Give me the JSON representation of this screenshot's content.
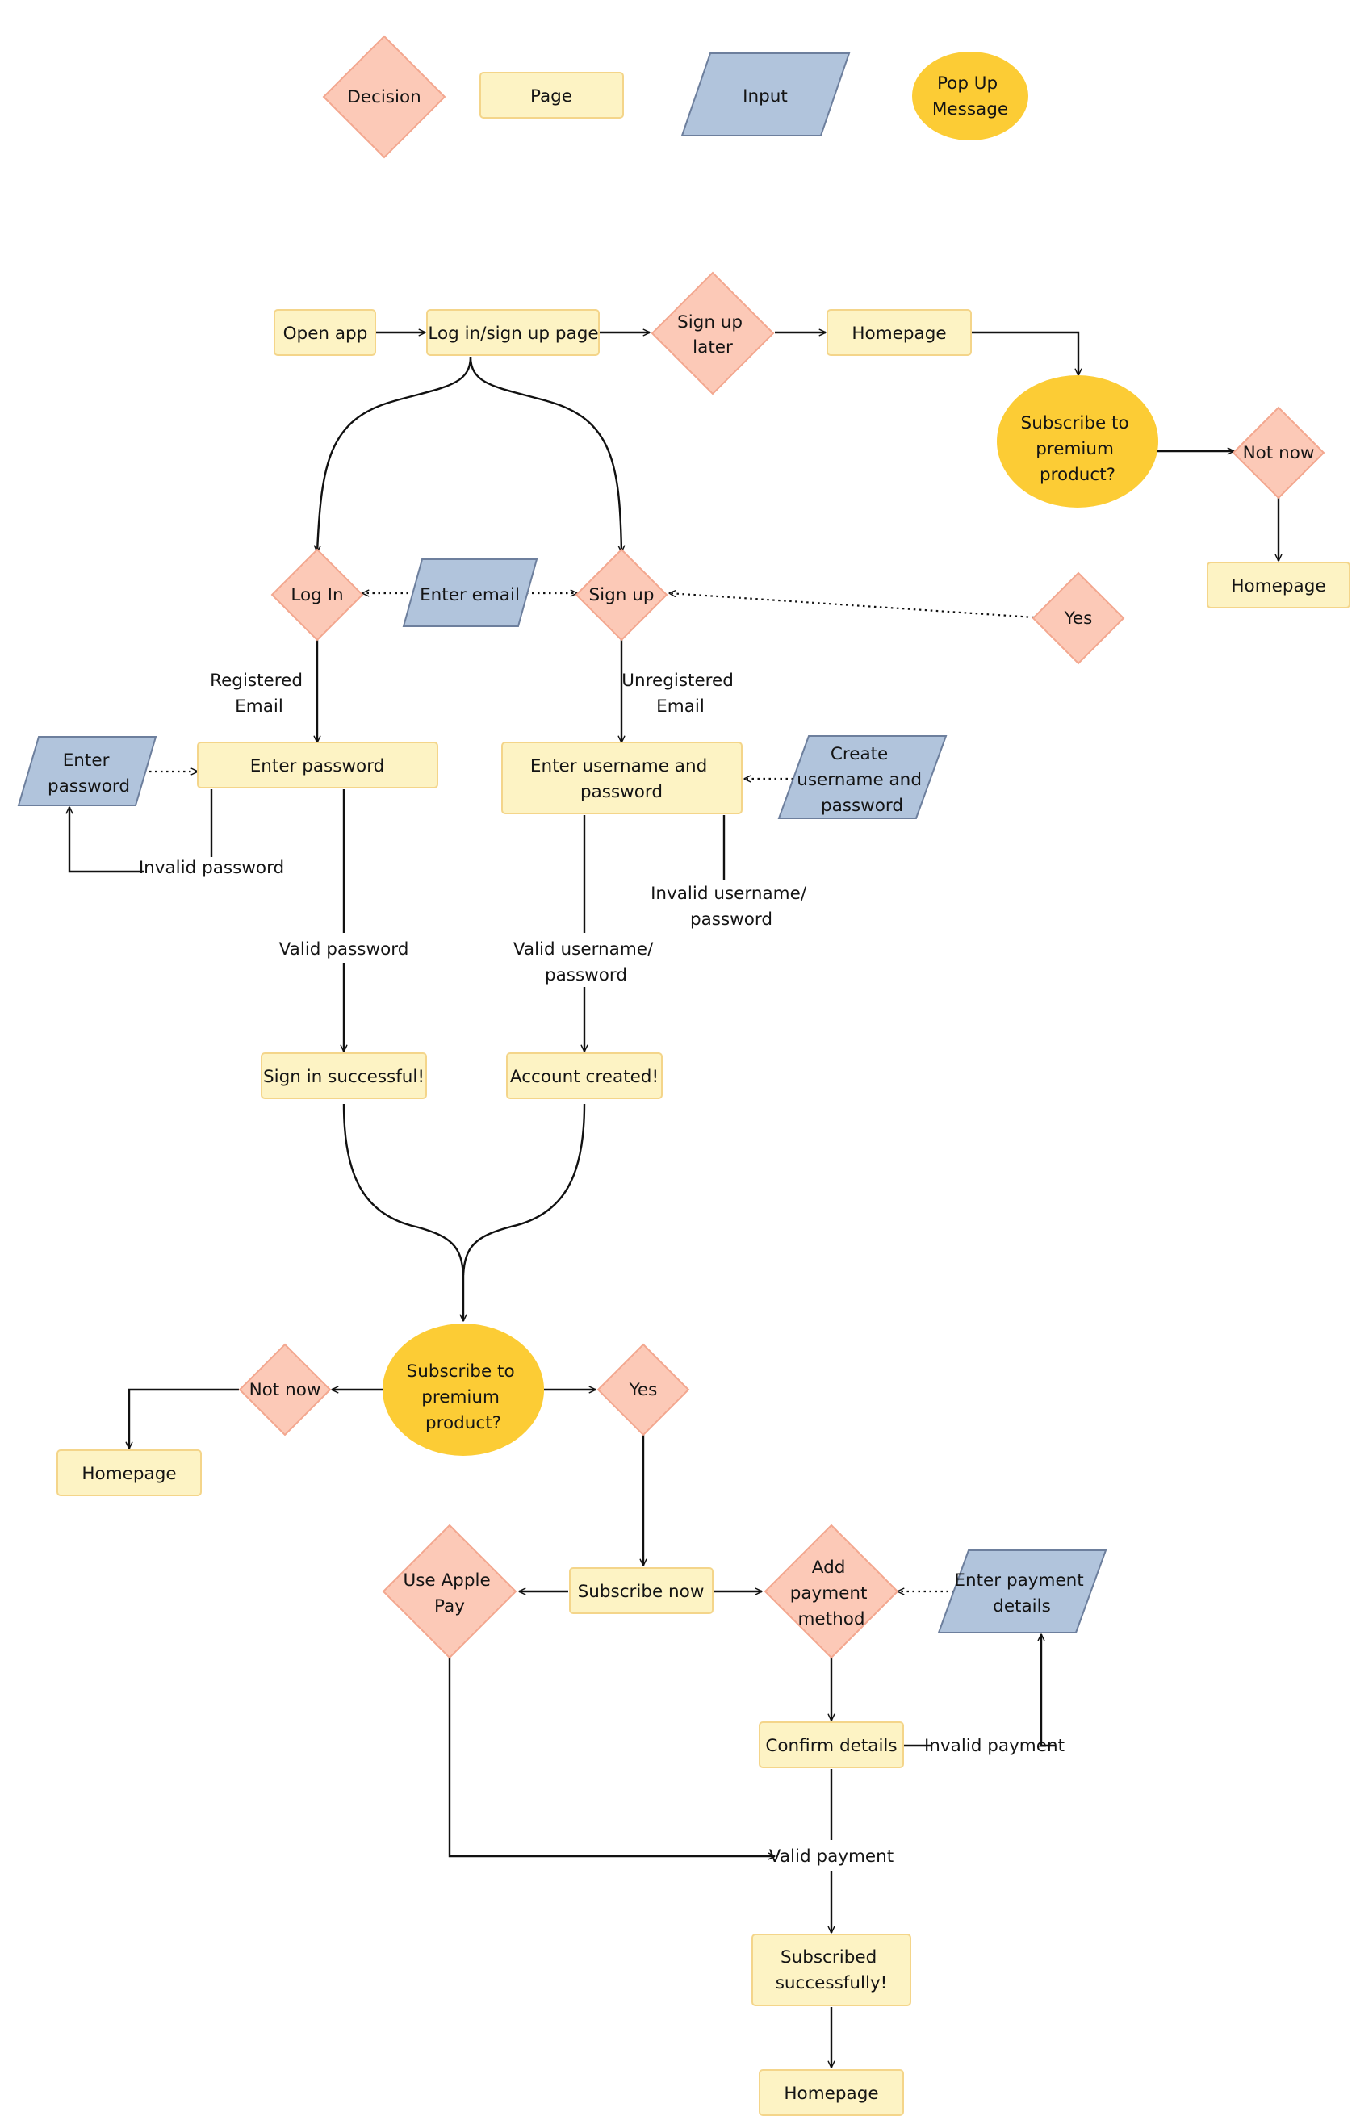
{
  "colors": {
    "page_fill": "#fdf3c4",
    "decision_fill": "#fcc9b7",
    "input_fill": "#b1c4dc",
    "popup_fill": "#fccc35",
    "line": "#111111"
  },
  "legend": {
    "decision": "Decision",
    "page": "Page",
    "input": "Input",
    "popup": [
      "Pop Up",
      "Message"
    ]
  },
  "nodes": {
    "open_app": [
      "Open app"
    ],
    "login_signup_page": [
      "Log in/sign up page"
    ],
    "sign_up_later": [
      "Sign up",
      "later"
    ],
    "homepage_top": [
      "Homepage"
    ],
    "subscribe_premium_top": [
      "Subscribe to",
      "premium",
      "product?"
    ],
    "not_now_top": [
      "Not now"
    ],
    "homepage_right": [
      "Homepage"
    ],
    "log_in": [
      "Log In"
    ],
    "enter_email": [
      "Enter email"
    ],
    "sign_up": [
      "Sign up"
    ],
    "yes_right": [
      "Yes"
    ],
    "enter_password_input": [
      "Enter",
      "password"
    ],
    "enter_password_page": [
      "Enter password"
    ],
    "enter_username_password": [
      "Enter username and",
      "password"
    ],
    "create_username_password": [
      "Create",
      "username and",
      "password"
    ],
    "sign_in_successful": [
      "Sign in successful!"
    ],
    "account_created": [
      "Account created!"
    ],
    "subscribe_premium_mid": [
      "Subscribe to",
      "premium",
      "product?"
    ],
    "not_now_mid": [
      "Not now"
    ],
    "yes_mid": [
      "Yes"
    ],
    "homepage_left": [
      "Homepage"
    ],
    "use_apple_pay": [
      "Use Apple",
      "Pay"
    ],
    "subscribe_now": [
      "Subscribe now"
    ],
    "add_payment_method": [
      "Add",
      "payment",
      "method"
    ],
    "enter_payment_details": [
      "Enter payment",
      "details"
    ],
    "confirm_details": [
      "Confirm details"
    ],
    "subscribed_successfully": [
      "Subscribed",
      "successfully!"
    ],
    "homepage_bottom": [
      "Homepage"
    ]
  },
  "edge_labels": {
    "registered_email": [
      "Registered",
      "Email"
    ],
    "unregistered_email": [
      "Unregistered",
      "Email"
    ],
    "invalid_password": [
      "Invalid password"
    ],
    "valid_password": [
      "Valid password"
    ],
    "valid_username_password": [
      "Valid username/",
      "password"
    ],
    "invalid_username_password": [
      "Invalid username/",
      "password"
    ],
    "invalid_payment": [
      "Invalid payment"
    ],
    "valid_payment": [
      "Valid payment"
    ]
  }
}
